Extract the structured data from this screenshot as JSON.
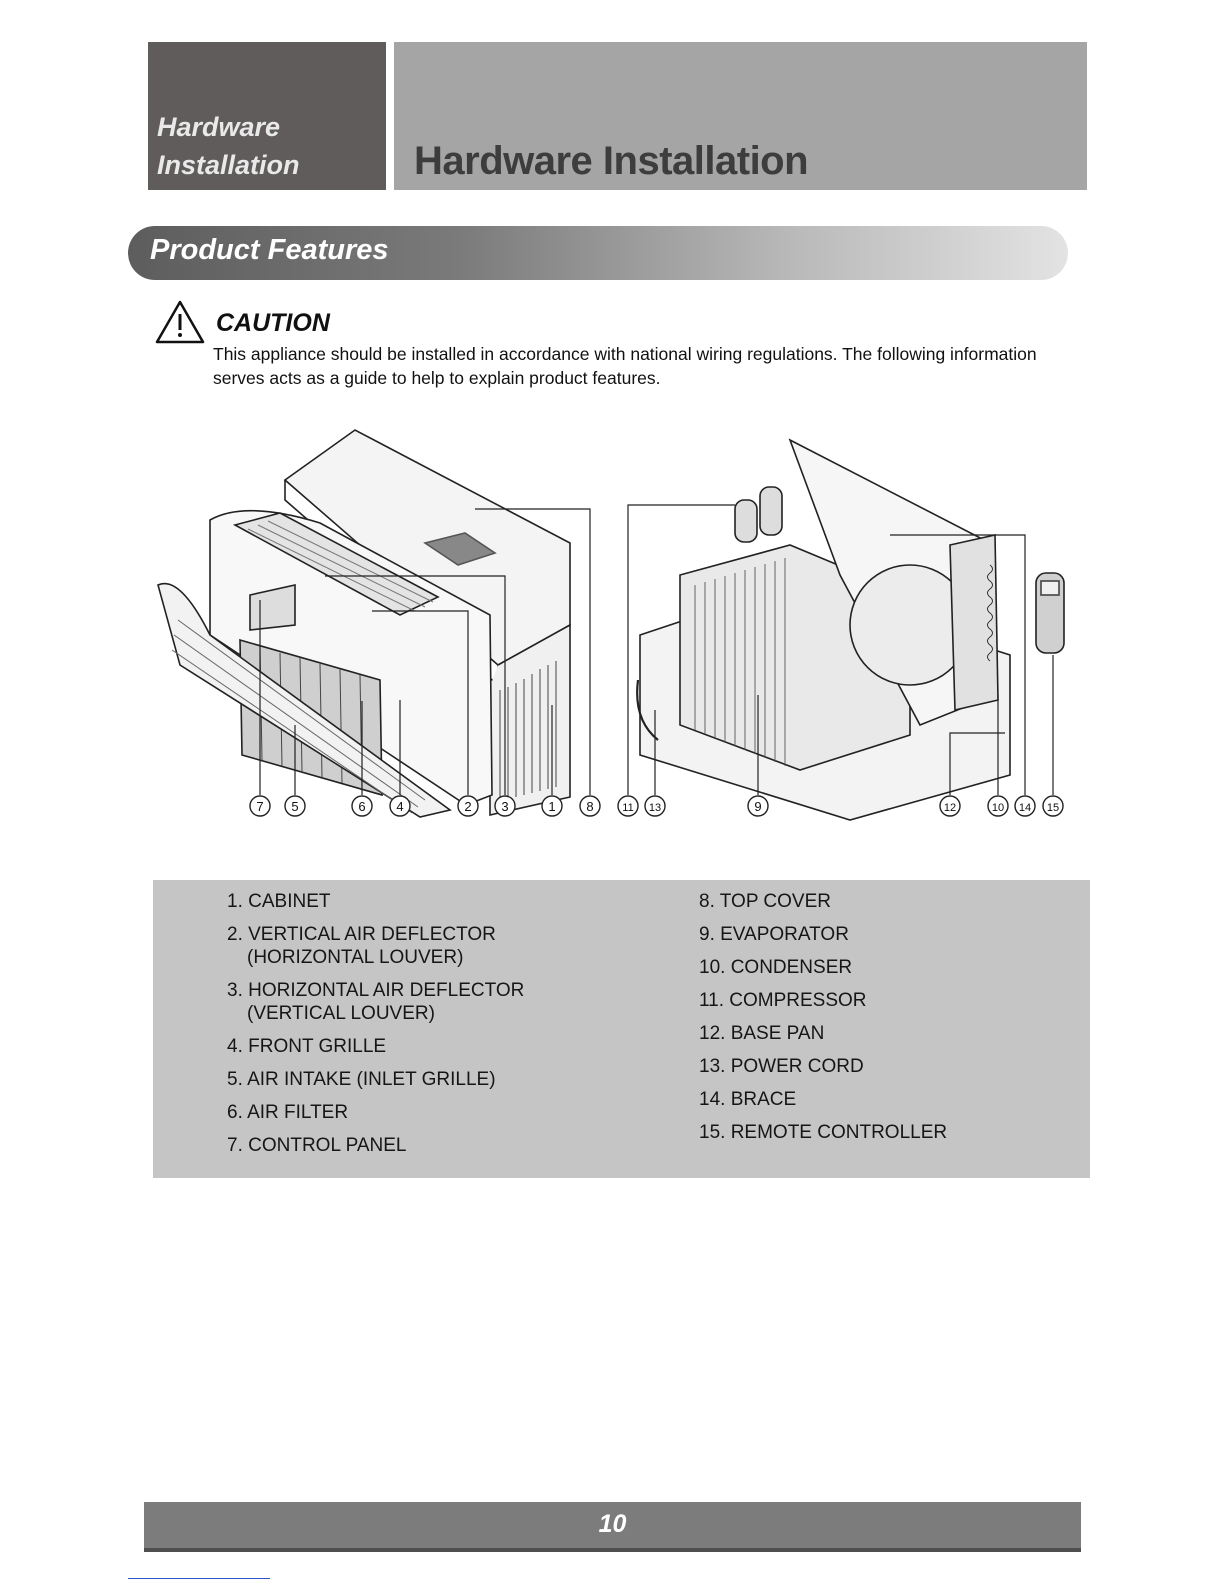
{
  "section_tab": {
    "line1": "Hardware",
    "line2": "Installation"
  },
  "page_header": {
    "title": "Hardware Installation"
  },
  "features_bar": {
    "title": "Product Features"
  },
  "caution": {
    "title": "CAUTION",
    "text": "This appliance should be installed in accordance with national wiring regulations. The following information serves acts as a guide to help to explain product features."
  },
  "callouts": [
    "7",
    "5",
    "6",
    "4",
    "2",
    "3",
    "1",
    "8",
    "11",
    "13",
    "9",
    "12",
    "10",
    "14",
    "15"
  ],
  "parts_left": [
    {
      "label": "1. CABINET"
    },
    {
      "label": "2. VERTICAL AIR DEFLECTOR",
      "sub": "(HORIZONTAL LOUVER)"
    },
    {
      "label": "3. HORIZONTAL AIR DEFLECTOR",
      "sub": "(VERTICAL LOUVER)"
    },
    {
      "label": "4. FRONT GRILLE"
    },
    {
      "label": "5. AIR INTAKE (INLET GRILLE)"
    },
    {
      "label": "6. AIR FILTER"
    },
    {
      "label": "7. CONTROL PANEL"
    }
  ],
  "parts_right": [
    {
      "label": "8. TOP COVER"
    },
    {
      "label": "9. EVAPORATOR"
    },
    {
      "label": "10. CONDENSER"
    },
    {
      "label": "11. COMPRESSOR"
    },
    {
      "label": "12. BASE PAN"
    },
    {
      "label": "13. POWER CORD"
    },
    {
      "label": "14. BRACE"
    },
    {
      "label": "15. REMOTE CONTROLLER"
    }
  ],
  "footer": {
    "page_number": "10"
  }
}
